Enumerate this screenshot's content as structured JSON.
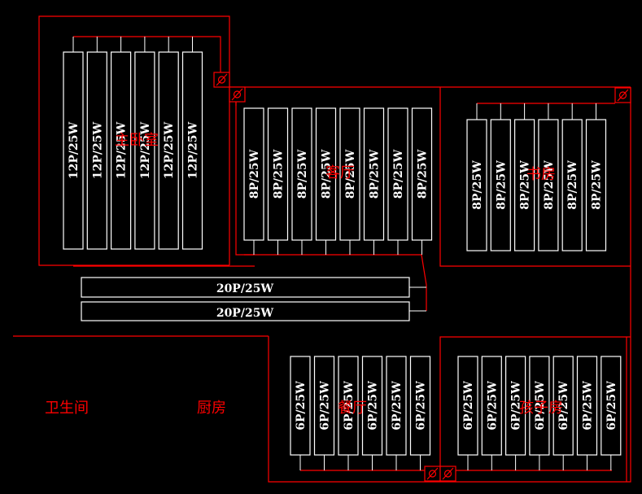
{
  "title": "Radiator heating layout plan",
  "colors": {
    "background": "#000000",
    "walls": "#ff0000",
    "radiators": "#ffffff",
    "room_labels": "#ff0000"
  },
  "valve_icon": "valve-circle-slash-icon",
  "rooms": [
    {
      "id": "master-bedroom",
      "label": "主卧室",
      "radiator_label": "12P/25W",
      "radiator_count": 6
    },
    {
      "id": "living-room",
      "label": "客厅",
      "radiator_label": "8P/25W",
      "radiator_count": 8
    },
    {
      "id": "study",
      "label": "书房",
      "radiator_label": "8P/25W",
      "radiator_count": 6
    },
    {
      "id": "corridor",
      "label": "",
      "radiator_label": "20P/25W",
      "radiator_count": 2
    },
    {
      "id": "bathroom",
      "label": "卫生间",
      "radiator_label": "",
      "radiator_count": 0
    },
    {
      "id": "kitchen",
      "label": "厨房",
      "radiator_label": "",
      "radiator_count": 0
    },
    {
      "id": "dining-room",
      "label": "餐厅",
      "radiator_label": "6P/25W",
      "radiator_count": 6
    },
    {
      "id": "child-room",
      "label": "孩子房",
      "radiator_label": "6P/25W",
      "radiator_count": 7
    }
  ]
}
